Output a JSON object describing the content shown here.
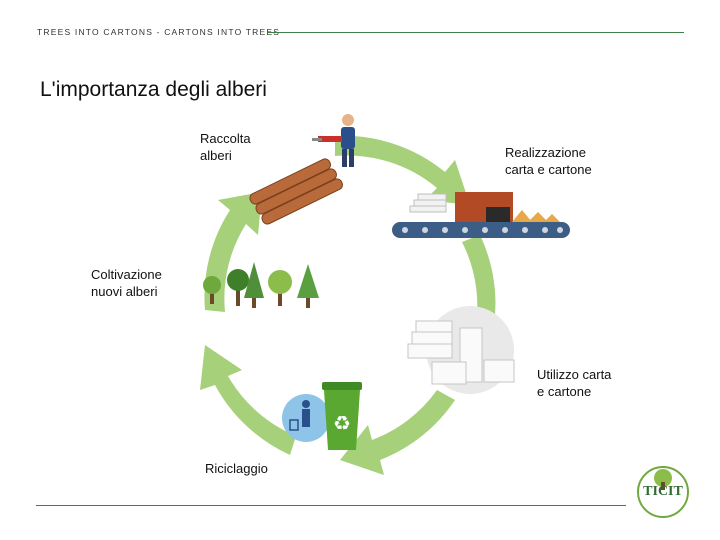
{
  "header": {
    "label": "TREES INTO CARTONS - CARTONS INTO TREES"
  },
  "title": "L'importanza degli alberi",
  "stages": [
    {
      "label_line1": "Raccolta",
      "label_line2": "alberi"
    },
    {
      "label_line1": "Realizzazione",
      "label_line2": "carta e cartone"
    },
    {
      "label_line1": "Utilizzo carta",
      "label_line2": "e cartone"
    },
    {
      "label_line1": "Riciclaggio",
      "label_line2": ""
    },
    {
      "label_line1": "Coltivazione",
      "label_line2": "nuovi alberi"
    }
  ],
  "logo": {
    "text": "TICIT"
  },
  "colors": {
    "cycle_green": "#a6d07a",
    "rule_green": "#3f7f49",
    "bin_green": "#5aa832"
  }
}
